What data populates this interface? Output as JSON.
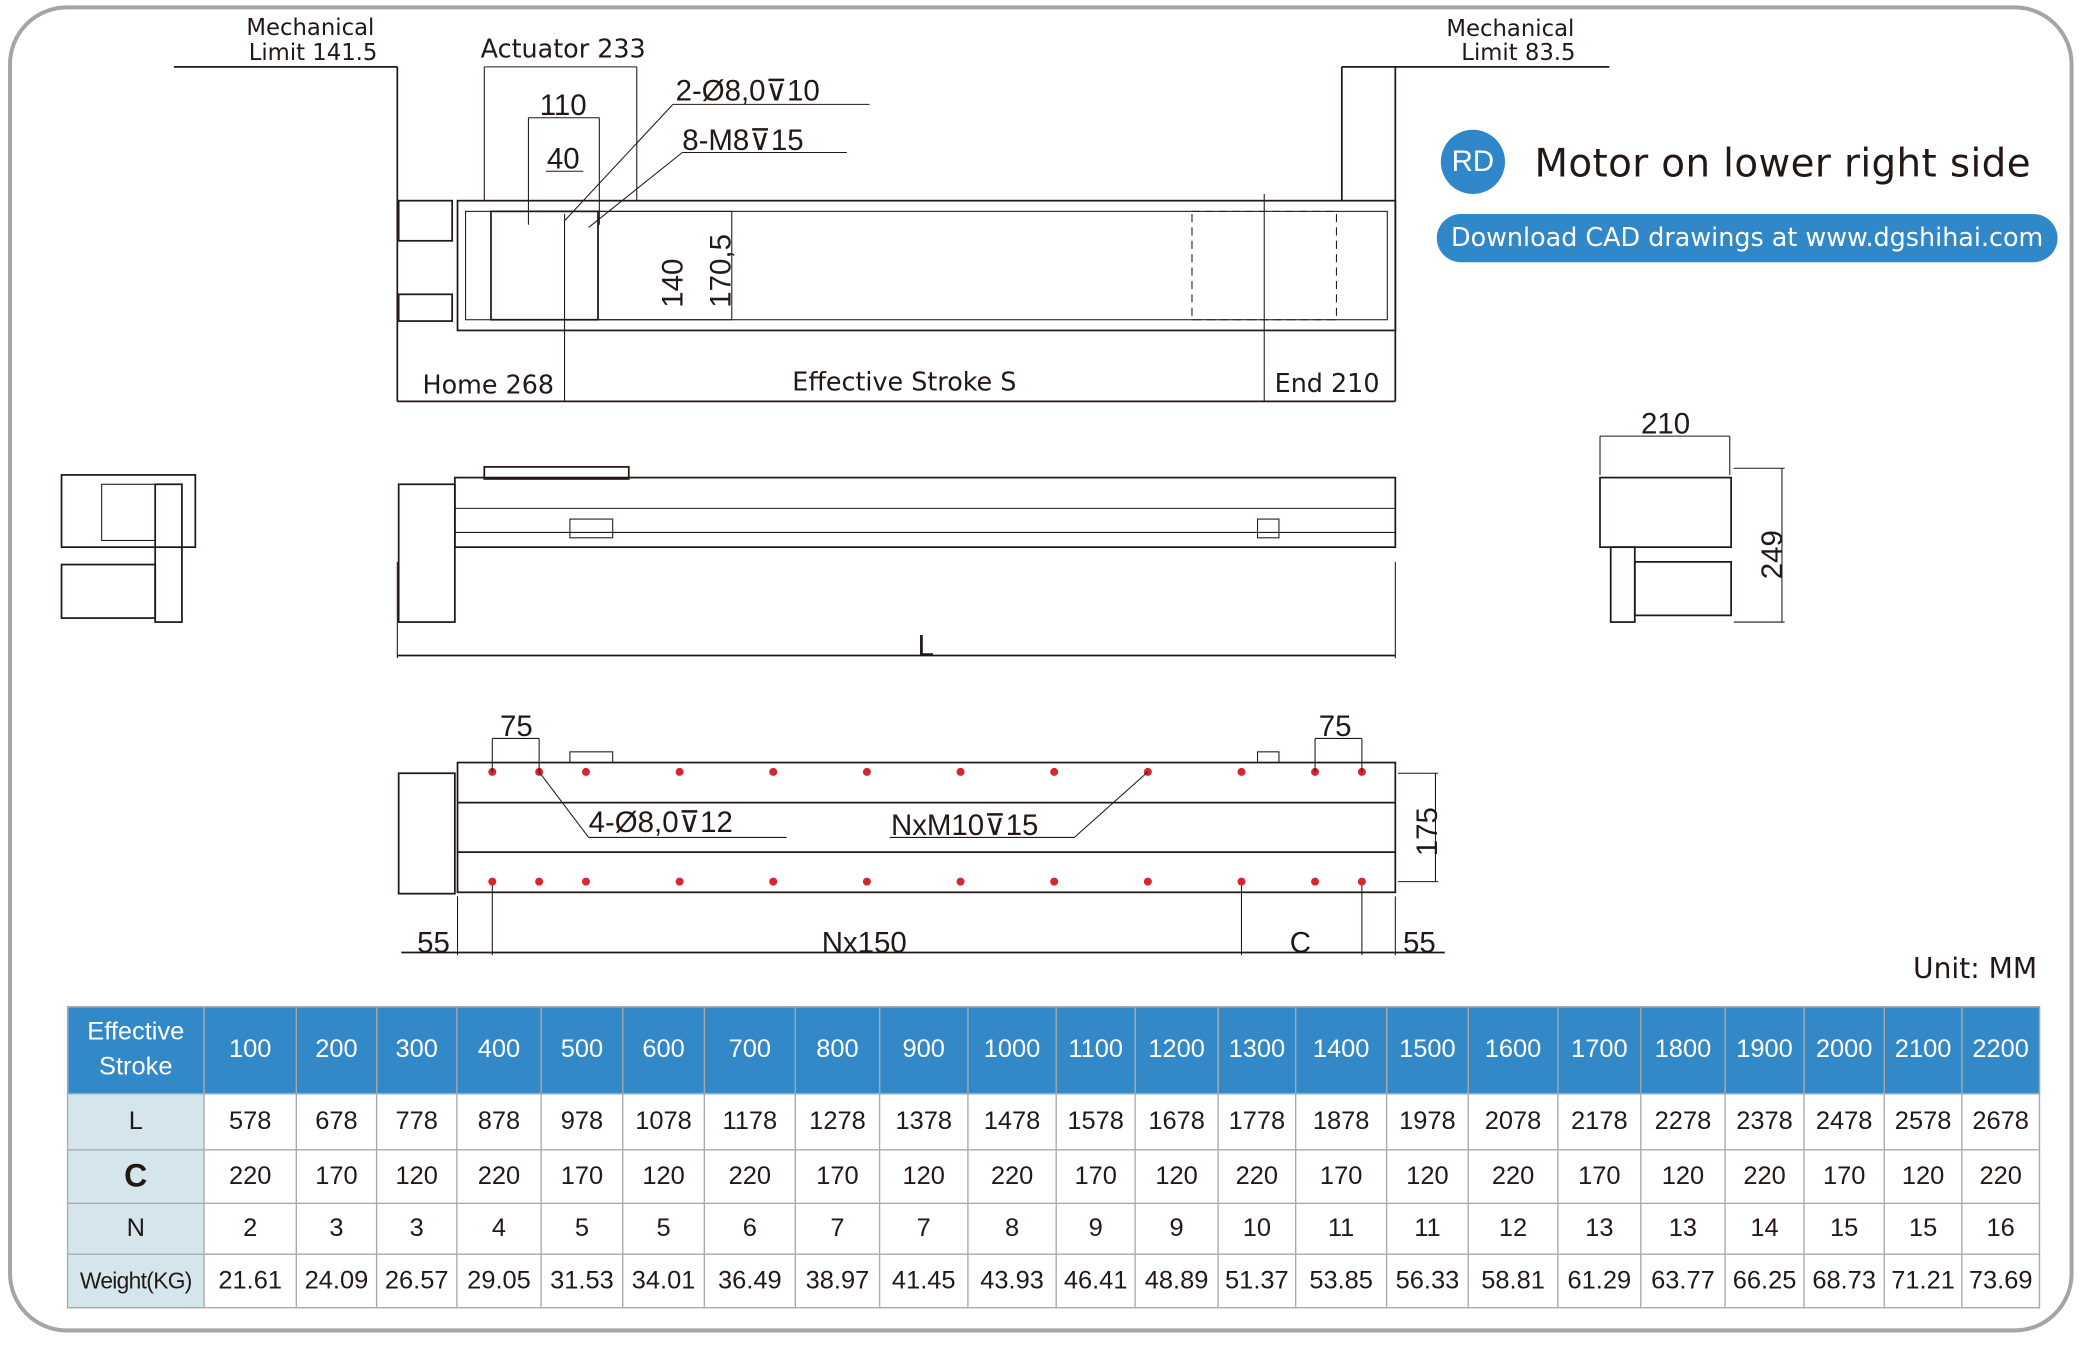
{
  "drawing": {
    "mech_limit_left_line1": "Mechanical",
    "mech_limit_left_line2": "Limit 141.5",
    "actuator": "Actuator 233",
    "mech_limit_right_line1": "Mechanical",
    "mech_limit_right_line2": "Limit 83.5",
    "hole_spec_1": "2-Ø8,0⊽10",
    "hole_spec_2": "8-M8⊽15",
    "dim_110": "110",
    "dim_40": "40",
    "dim_140": "140",
    "dim_170_5": "170,5",
    "home": "Home 268",
    "effective_stroke": "Effective Stroke S",
    "end": "End 210",
    "dim_L": "L",
    "dim_210": "210",
    "dim_249": "249",
    "dim_75_left": "75",
    "dim_75_right": "75",
    "hole_spec_3": "4-Ø8,0⊽12",
    "hole_spec_4": "NxM10⊽15",
    "dim_175": "175",
    "dim_55_left": "55",
    "dim_nx150": "Nx150",
    "dim_C": "C",
    "dim_55_right": "55"
  },
  "header": {
    "badge": "RD",
    "title": "Motor on lower right side",
    "download": "Download CAD drawings at www.dgshihai.com",
    "unit": "Unit: MM"
  },
  "colors": {
    "accent": "#3389c8",
    "row_header": "#d5e5ec",
    "hole_red": "#d6262e"
  },
  "table": {
    "header_label": "Effective Stroke",
    "strokes": [
      "100",
      "200",
      "300",
      "400",
      "500",
      "600",
      "700",
      "800",
      "900",
      "1000",
      "1100",
      "1200",
      "1300",
      "1400",
      "1500",
      "1600",
      "1700",
      "1800",
      "1900",
      "2000",
      "2100",
      "2200"
    ],
    "rows": [
      {
        "label": "L",
        "values": [
          "578",
          "678",
          "778",
          "878",
          "978",
          "1078",
          "1178",
          "1278",
          "1378",
          "1478",
          "1578",
          "1678",
          "1778",
          "1878",
          "1978",
          "2078",
          "2178",
          "2278",
          "2378",
          "2478",
          "2578",
          "2678"
        ]
      },
      {
        "label": "C",
        "values": [
          "220",
          "170",
          "120",
          "220",
          "170",
          "120",
          "220",
          "170",
          "120",
          "220",
          "170",
          "120",
          "220",
          "170",
          "120",
          "220",
          "170",
          "120",
          "220",
          "170",
          "120",
          "220"
        ]
      },
      {
        "label": "N",
        "values": [
          "2",
          "3",
          "3",
          "4",
          "5",
          "5",
          "6",
          "7",
          "7",
          "8",
          "9",
          "9",
          "10",
          "11",
          "11",
          "12",
          "13",
          "13",
          "14",
          "15",
          "15",
          "16"
        ]
      },
      {
        "label": "Weight(KG)",
        "values": [
          "21.61",
          "24.09",
          "26.57",
          "29.05",
          "31.53",
          "34.01",
          "36.49",
          "38.97",
          "41.45",
          "43.93",
          "46.41",
          "48.89",
          "51.37",
          "53.85",
          "56.33",
          "58.81",
          "61.29",
          "63.77",
          "66.25",
          "68.73",
          "71.21",
          "73.69"
        ]
      }
    ]
  }
}
